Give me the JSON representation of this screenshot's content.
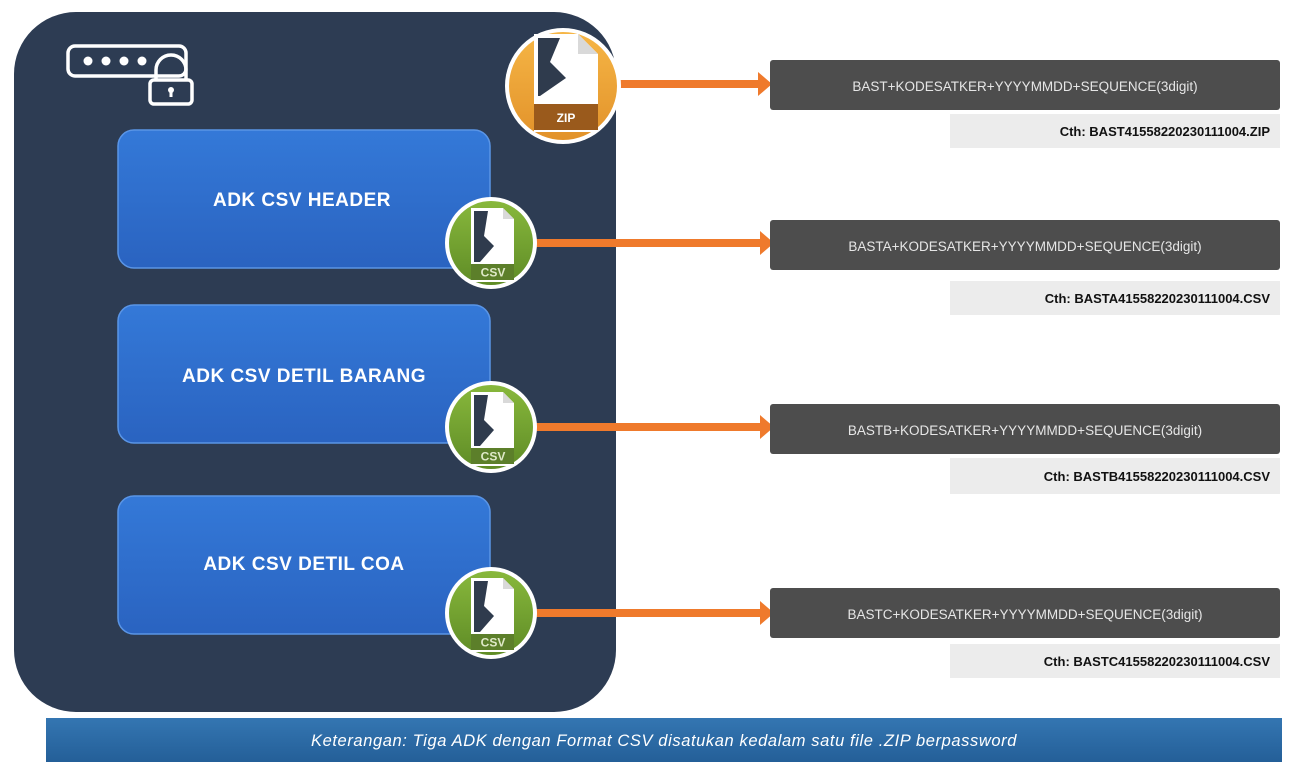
{
  "container": {
    "icon": "password-lock-icon",
    "colors": {
      "panel": "#2d3c53",
      "box": "#2f6fcf",
      "arrow": "#ef7a2c",
      "pill": "#4d4d4d",
      "footer": "#2b6aa6"
    }
  },
  "zip": {
    "icon": "zip-file-icon",
    "caption": "ZIP",
    "pattern": "BAST+KODESATKER+YYYYMMDD+SEQUENCE(3digit)",
    "example": "Cth: BAST41558220230111004.ZIP"
  },
  "items": [
    {
      "label": "ADK CSV HEADER",
      "icon": "csv-file-icon",
      "caption": "CSV",
      "pattern": "BASTA+KODESATKER+YYYYMMDD+SEQUENCE(3digit)",
      "example": "Cth: BASTA41558220230111004.CSV"
    },
    {
      "label": "ADK CSV DETIL BARANG",
      "icon": "csv-file-icon",
      "caption": "CSV",
      "pattern": "BASTB+KODESATKER+YYYYMMDD+SEQUENCE(3digit)",
      "example": "Cth: BASTB41558220230111004.CSV"
    },
    {
      "label": "ADK CSV DETIL COA",
      "icon": "csv-file-icon",
      "caption": "CSV",
      "pattern": "BASTC+KODESATKER+YYYYMMDD+SEQUENCE(3digit)",
      "example": "Cth: BASTC41558220230111004.CSV"
    }
  ],
  "footer": {
    "text": "Keterangan: Tiga ADK dengan Format CSV disatukan kedalam satu file .ZIP berpassword"
  }
}
